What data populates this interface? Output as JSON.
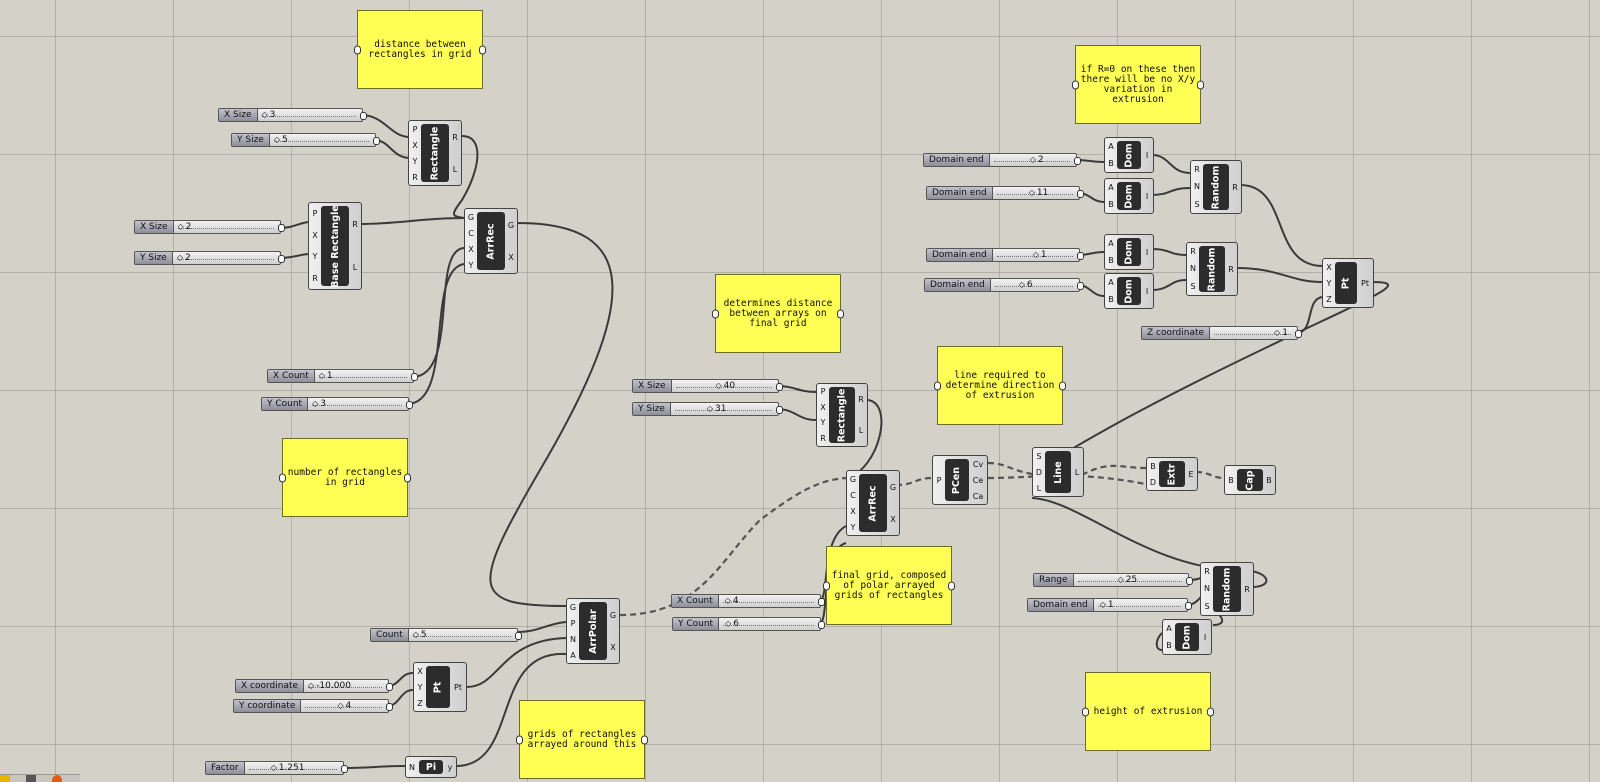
{
  "notes": {
    "rect_distance": "distance between rectangles in grid",
    "rect_count": "number of rectangles in grid",
    "array_distance": "determines distance between arrays on final grid",
    "extrusion_line": "line required to determine direction of extrusion",
    "xy_variation": "if R=0 on these then there will be no X/y variation in extrusion",
    "final_grid": "final grid, composed of polar arrayed grids of rectangles",
    "polar_center": "grids of rectangles arrayed around this",
    "height": "height of extrusion"
  },
  "sliders": {
    "s1": {
      "label": "X Size",
      "value": "3"
    },
    "s2": {
      "label": "Y Size",
      "value": "5"
    },
    "s3": {
      "label": "X Size",
      "value": "2"
    },
    "s4": {
      "label": "Y Size",
      "value": "2"
    },
    "s5": {
      "label": "X Count",
      "value": "1"
    },
    "s6": {
      "label": "Y Count",
      "value": "3"
    },
    "s7": {
      "label": "Count",
      "value": "5"
    },
    "s8": {
      "label": "X coordinate",
      "value": "-10.000"
    },
    "s9": {
      "label": "Y coordinate",
      "value": "4"
    },
    "s10": {
      "label": "Factor",
      "value": "1.251"
    },
    "s11": {
      "label": "X Size",
      "value": "40"
    },
    "s12": {
      "label": "Y Size",
      "value": "31"
    },
    "s13": {
      "label": "X Count",
      "value": "4"
    },
    "s14": {
      "label": "Y Count",
      "value": "6"
    },
    "s15": {
      "label": "Domain end",
      "value": "2"
    },
    "s16": {
      "label": "Domain end",
      "value": "11"
    },
    "s17": {
      "label": "Domain end",
      "value": "1"
    },
    "s18": {
      "label": "Domain end",
      "value": "6"
    },
    "s19": {
      "label": "Z coordinate",
      "value": "1"
    },
    "s20": {
      "label": "Range",
      "value": "25"
    },
    "s21": {
      "label": "Domain end",
      "value": "1"
    }
  },
  "components": {
    "rect1": {
      "name": "Rectangle",
      "inputs": [
        "P",
        "X",
        "Y",
        "R"
      ],
      "outputs": [
        "R",
        "L"
      ]
    },
    "baserect": {
      "name": "Base Rectangle",
      "inputs": [
        "P",
        "X",
        "Y",
        "R"
      ],
      "outputs": [
        "R",
        "L"
      ]
    },
    "arrrec1": {
      "name": "ArrRec",
      "inputs": [
        "G",
        "C",
        "X",
        "Y"
      ],
      "outputs": [
        "G",
        "X"
      ]
    },
    "arrpolar": {
      "name": "ArrPolar",
      "inputs": [
        "G",
        "P",
        "N",
        "A"
      ],
      "outputs": [
        "G",
        "X"
      ]
    },
    "pt1": {
      "name": "Pt",
      "inputs": [
        "X",
        "Y",
        "Z"
      ],
      "outputs": [
        "Pt"
      ]
    },
    "pi": {
      "name": "Pi",
      "inputs": [
        "N"
      ],
      "outputs": [
        "y"
      ]
    },
    "rect2": {
      "name": "Rectangle",
      "inputs": [
        "P",
        "X",
        "Y",
        "R"
      ],
      "outputs": [
        "R",
        "L"
      ]
    },
    "arrrec2": {
      "name": "ArrRec",
      "inputs": [
        "G",
        "C",
        "X",
        "Y"
      ],
      "outputs": [
        "G",
        "X"
      ]
    },
    "pcen": {
      "name": "PCen",
      "inputs": [
        "P"
      ],
      "outputs": [
        "Cv",
        "Ce",
        "Ca"
      ]
    },
    "line": {
      "name": "Line",
      "inputs": [
        "S",
        "D",
        "L"
      ],
      "outputs": [
        "L"
      ]
    },
    "extr": {
      "name": "Extr",
      "inputs": [
        "B",
        "D"
      ],
      "outputs": [
        "E"
      ]
    },
    "cap": {
      "name": "Cap",
      "inputs": [
        "B"
      ],
      "outputs": [
        "B"
      ]
    },
    "dom1": {
      "name": "Dom",
      "inputs": [
        "A",
        "B"
      ],
      "outputs": [
        "I"
      ]
    },
    "dom2": {
      "name": "Dom",
      "inputs": [
        "A",
        "B"
      ],
      "outputs": [
        "I"
      ]
    },
    "random1": {
      "name": "Random",
      "inputs": [
        "R",
        "N",
        "S"
      ],
      "outputs": [
        "R"
      ]
    },
    "dom3": {
      "name": "Dom",
      "inputs": [
        "A",
        "B"
      ],
      "outputs": [
        "I"
      ]
    },
    "dom4": {
      "name": "Dom",
      "inputs": [
        "A",
        "B"
      ],
      "outputs": [
        "I"
      ]
    },
    "random2": {
      "name": "Random",
      "inputs": [
        "R",
        "N",
        "S"
      ],
      "outputs": [
        "R"
      ]
    },
    "pt2": {
      "name": "Pt",
      "inputs": [
        "X",
        "Y",
        "Z"
      ],
      "outputs": [
        "Pt"
      ]
    },
    "random3": {
      "name": "Random",
      "inputs": [
        "R",
        "N",
        "S"
      ],
      "outputs": [
        "R"
      ]
    },
    "dom5": {
      "name": "Dom",
      "inputs": [
        "A",
        "B"
      ],
      "outputs": [
        "I"
      ]
    }
  }
}
